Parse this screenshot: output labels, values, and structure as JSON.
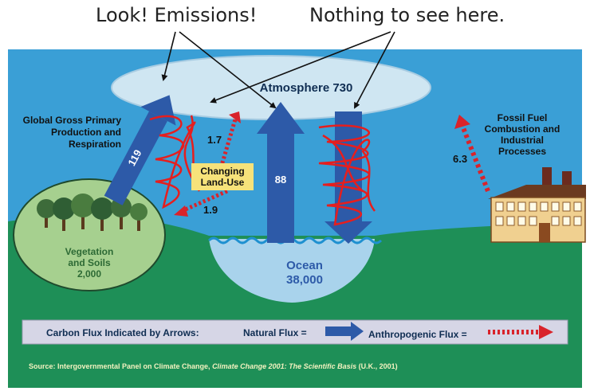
{
  "annotations": {
    "left": "Look! Emissions!",
    "right": "Nothing to see here."
  },
  "diagram": {
    "atmosphere": "Atmosphere 730",
    "ggp_label": [
      "Global Gross Primary",
      "Production and",
      "Respiration"
    ],
    "ggp_value": "119",
    "land_use_label": [
      "Changing",
      "Land-Use"
    ],
    "land_use_up": "1.7",
    "land_use_down": "1.9",
    "ocean_up": "88",
    "ocean_label": "Ocean",
    "ocean_value": "38,000",
    "vegetation_label": [
      "Vegetation",
      "and Soils"
    ],
    "vegetation_value": "2,000",
    "fossil_label": [
      "Fossil Fuel",
      "Combustion and",
      "Industrial",
      "Processes"
    ],
    "fossil_value": "6.3"
  },
  "legend": {
    "prefix": "Carbon Flux Indicated by Arrows:",
    "natural": "Natural Flux =",
    "anthropogenic": "Anthropogenic Flux ="
  },
  "source": {
    "part1": "Source: Intergovernmental Panel on Climate Change, ",
    "part2": "Climate Change 2001: The Scientific Basis",
    "part3": " (U.K., 2001)"
  },
  "colors": {
    "sky": "#3a9fd6",
    "ground": "#1e8f57",
    "natural_arrow": "#2d5aa8",
    "anthropogenic_arrow": "#d9232b",
    "scribble": "#e61e1e",
    "atmosphere": "#cfe6f2",
    "ocean": "#a9d3ec"
  }
}
